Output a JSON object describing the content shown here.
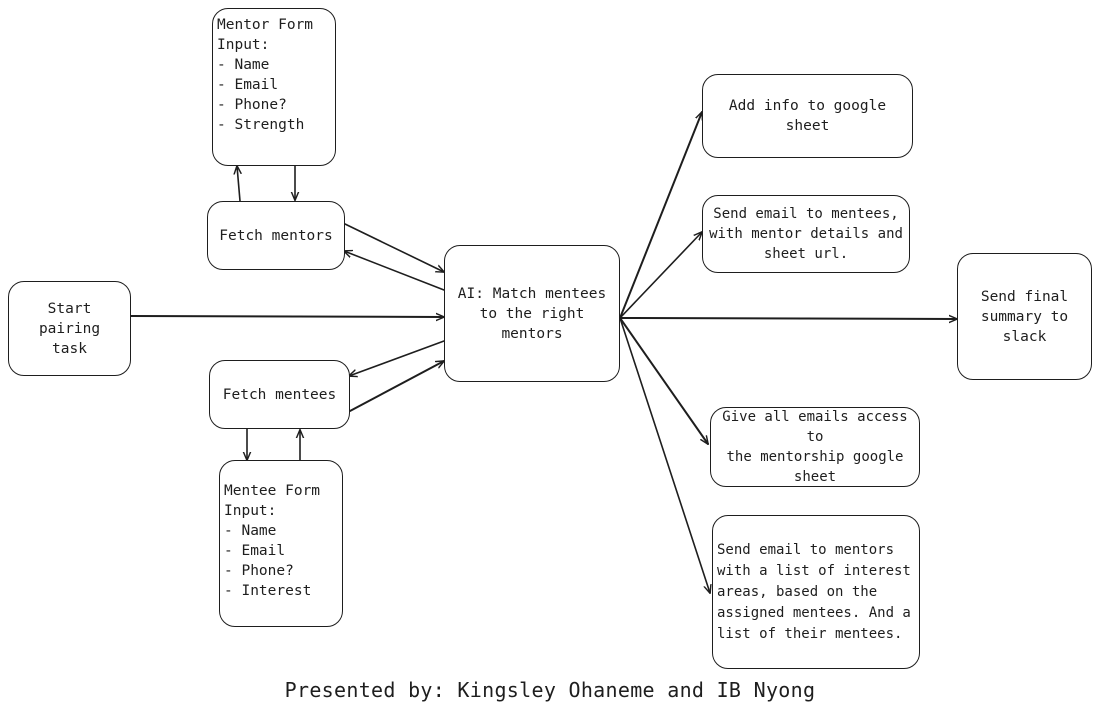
{
  "nodes": {
    "mentor_form": "Mentor Form\nInput:\n- Name\n- Email\n- Phone?\n- Strength",
    "fetch_mentors": "Fetch mentors",
    "start_pairing": "Start pairing\ntask",
    "ai_match": "AI: Match mentees\nto the right\nmentors",
    "fetch_mentees": "Fetch mentees",
    "mentee_form": "Mentee Form\nInput:\n- Name\n- Email\n- Phone?\n- Interest",
    "add_info_sheet": "Add info to google\nsheet",
    "email_mentees": "Send email to mentees,\nwith mentor details and\nsheet url.",
    "final_summary": "Send final\nsummary to\nslack",
    "give_access": "Give all emails access to\nthe mentorship google\nsheet",
    "email_mentors": "Send email to mentors\nwith a list of interest\nareas, based on the\nassigned mentees. And a\nlist of their mentees."
  },
  "footer": {
    "presented_by": "Presented by: Kingsley Ohaneme and IB Nyong"
  }
}
